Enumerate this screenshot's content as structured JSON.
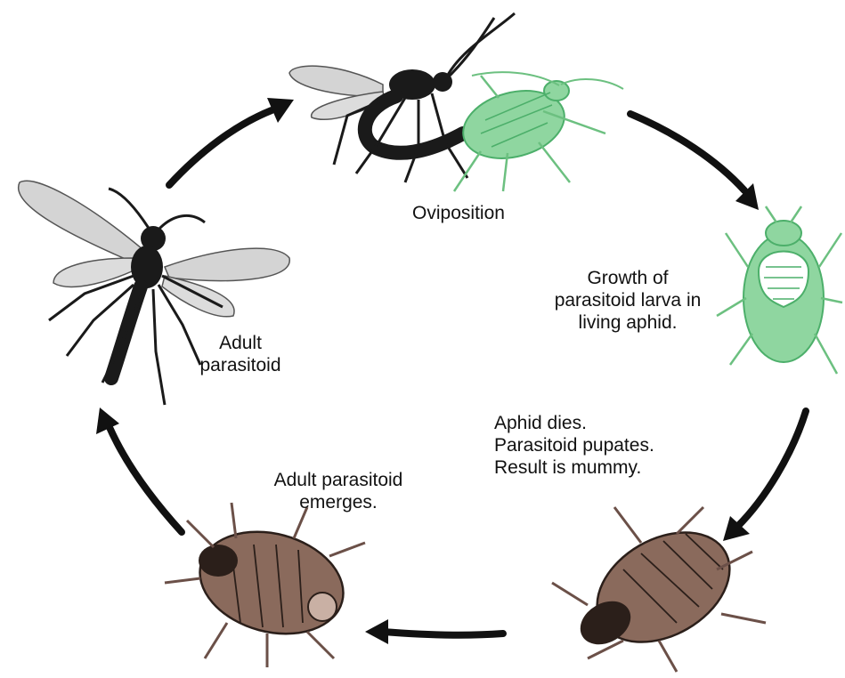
{
  "stages": {
    "oviposition": {
      "lines": [
        "Oviposition"
      ]
    },
    "growth": {
      "lines": [
        "Growth of",
        "parasitoid larva in",
        "living aphid."
      ]
    },
    "mummy": {
      "lines": [
        "Aphid dies.",
        "Parasitoid pupates.",
        "Result is mummy."
      ]
    },
    "emergence": {
      "lines": [
        "Adult parasitoid",
        "emerges."
      ]
    },
    "adult": {
      "lines": [
        "Adult",
        "parasitoid"
      ]
    }
  },
  "colors": {
    "wasp": "#1a1a1a",
    "wing": "#d4d4d4",
    "aphid_green": "#8fd6a0",
    "aphid_green_line": "#4caf6a",
    "mummy_brown": "#8a6a5c",
    "mummy_dark": "#2b1f1a",
    "arrow": "#111111"
  },
  "icons": [
    "wasp-ovipositing-icon",
    "green-aphid-icon",
    "parasitized-aphid-icon",
    "aphid-mummy-icon",
    "emerging-mummy-icon",
    "adult-wasp-icon"
  ]
}
